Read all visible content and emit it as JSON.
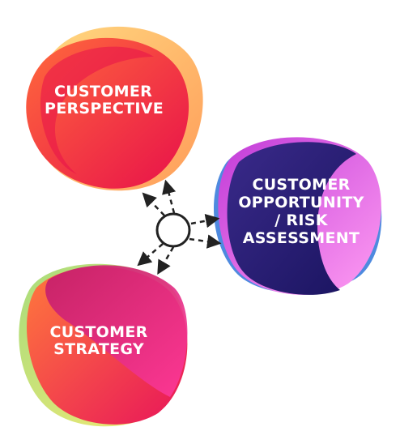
{
  "diagram": {
    "nodes": [
      {
        "id": "perspective",
        "lines": [
          "CUSTOMER",
          "PERSPECTIVE"
        ],
        "colors": [
          "#ff9a3c",
          "#ff3b4a",
          "#e0124a"
        ]
      },
      {
        "id": "opportunity",
        "lines": [
          "CUSTOMER",
          "OPPORTUNITY",
          "/ RISK",
          "ASSESSMENT"
        ],
        "colors": [
          "#3b7ddb",
          "#2a1f7a",
          "#e23ad8",
          "#ff8ff0"
        ]
      },
      {
        "id": "strategy",
        "lines": [
          "CUSTOMER",
          "STRATEGY"
        ],
        "colors": [
          "#9ad97a",
          "#f7e06a",
          "#ff6a3c",
          "#e01a6a",
          "#b8186a"
        ]
      }
    ],
    "hub": {
      "description_icon": "circle-hub-icon",
      "arrow_style": "dashed",
      "arrow_color": "#222222"
    }
  }
}
